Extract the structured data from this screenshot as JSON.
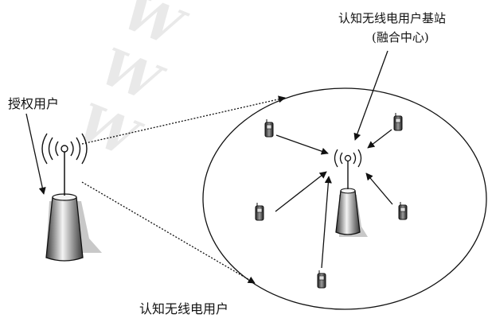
{
  "labels": {
    "authorized_user": "授权用户",
    "base_station_line1": "认知无线电用户基站",
    "base_station_line2": "(融合中心)",
    "cognitive_user": "认知无线电用户"
  },
  "watermark": "W W W",
  "colors": {
    "stroke": "#111111",
    "tower_light": "#f4f4f4",
    "tower_dark": "#3a3a3a",
    "shadow": "#c8c8c8",
    "watermark": "#d8d8d8"
  },
  "icons": [
    "radio-tower-icon",
    "mobile-phone-icon",
    "radio-waves-icon"
  ]
}
